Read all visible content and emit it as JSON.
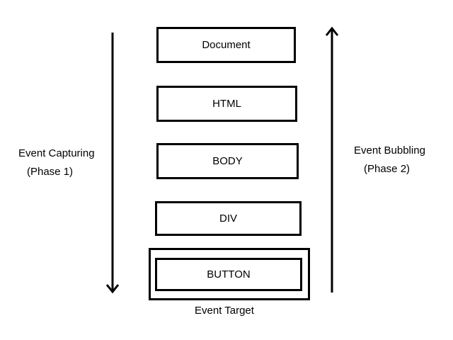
{
  "diagram": {
    "nodes": [
      {
        "id": "document",
        "label": "Document"
      },
      {
        "id": "html",
        "label": "HTML"
      },
      {
        "id": "body",
        "label": "BODY"
      },
      {
        "id": "div",
        "label": "DIV"
      },
      {
        "id": "button",
        "label": "BUTTON"
      }
    ],
    "target_label": "Event Target",
    "capturing": {
      "title": "Event Capturing",
      "phase": "(Phase 1)"
    },
    "bubbling": {
      "title": "Event Bubbling",
      "phase": "(Phase 2)"
    },
    "colors": {
      "stroke": "#000000",
      "background": "#ffffff"
    }
  }
}
